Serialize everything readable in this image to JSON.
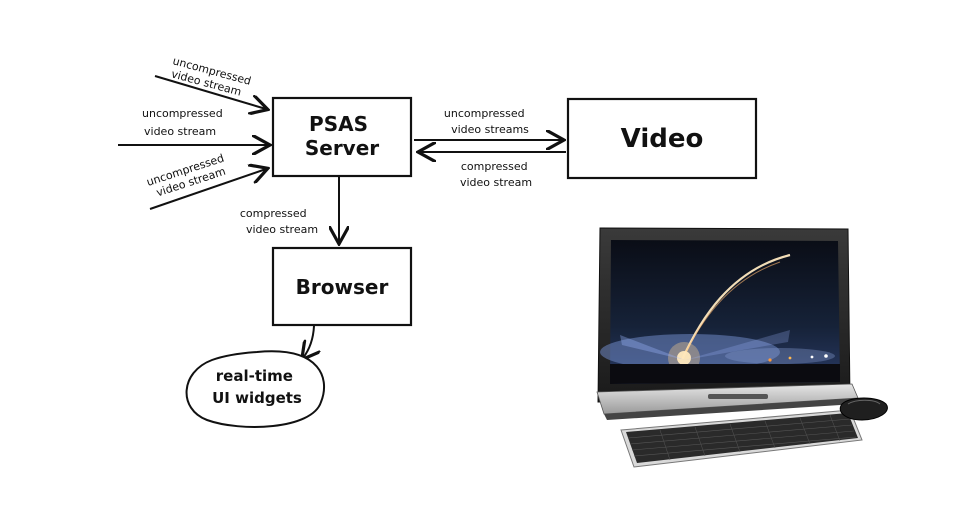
{
  "diagram": {
    "boxes": {
      "psas_server": [
        "PSAS",
        "Server"
      ],
      "video": "Video",
      "browser": "Browser"
    },
    "inputs": {
      "top": [
        "uncompressed",
        "video stream"
      ],
      "middle": [
        "uncompressed",
        "video stream"
      ],
      "bottom": [
        "uncompressed",
        "video stream"
      ]
    },
    "server_to_video": [
      "uncompressed",
      "video streams"
    ],
    "video_to_server": [
      "compressed",
      "video stream"
    ],
    "server_to_browser": [
      "compressed",
      "video stream"
    ],
    "bubble": [
      "real-time",
      "UI widgets"
    ]
  }
}
